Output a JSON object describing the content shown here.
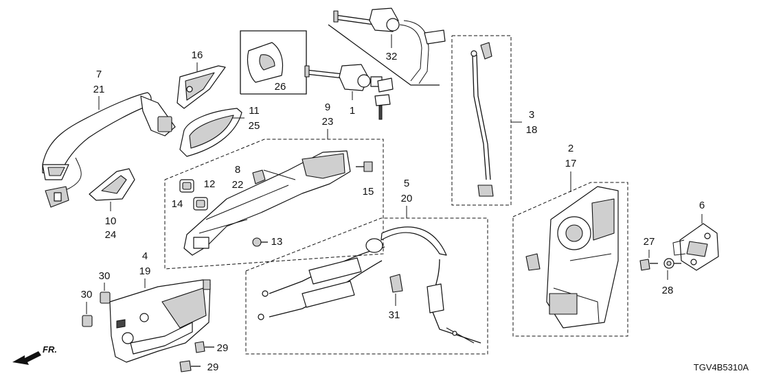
{
  "labels": {
    "l7": "7",
    "l21": "21",
    "l16": "16",
    "l26": "26",
    "l32": "32",
    "l1": "1",
    "l9": "9",
    "l23": "23",
    "l11": "11",
    "l25": "25",
    "l3": "3",
    "l18": "18",
    "l8": "8",
    "l22": "22",
    "l12": "12",
    "l14": "14",
    "l15": "15",
    "l13": "13",
    "l10": "10",
    "l24": "24",
    "l2": "2",
    "l17": "17",
    "l5": "5",
    "l20": "20",
    "l6": "6",
    "l27": "27",
    "l28": "28",
    "l4": "4",
    "l19": "19",
    "l30a": "30",
    "l30b": "30",
    "l31": "31",
    "l29a": "29",
    "l29b": "29"
  },
  "front_marker": "FR.",
  "diagram_code": "TGV4B5310A"
}
